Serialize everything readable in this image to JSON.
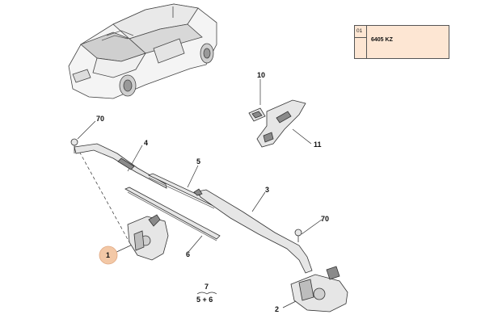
{
  "reference_box": {
    "index": "01",
    "code": "6405 KZ"
  },
  "callouts": {
    "p70_top": "70",
    "p4": "4",
    "p10": "10",
    "p11": "11",
    "p5": "5",
    "p3": "3",
    "p70_right": "70",
    "p1": "1",
    "p6": "6",
    "p7": "7",
    "p7_sub": "5 + 6",
    "p2": "2"
  },
  "colors": {
    "line": "#333333",
    "part_fill": "#e6e6e6",
    "part_dark": "#8a8a8a",
    "highlight": "#f3c8a6",
    "ref_bg": "#fde6d3"
  }
}
